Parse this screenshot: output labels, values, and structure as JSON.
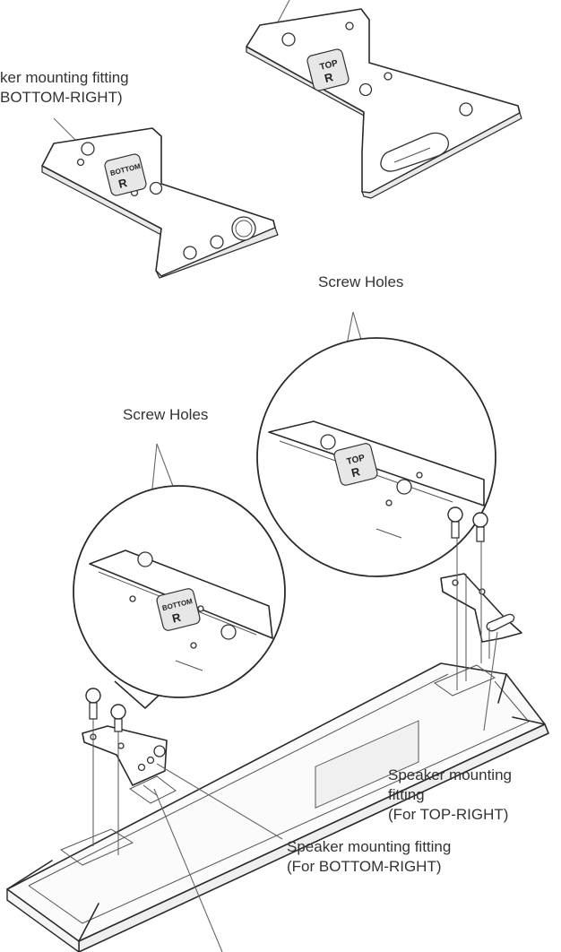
{
  "labels": {
    "top_plate_caption_line1": "ker mounting fitting",
    "top_plate_caption_line2": "BOTTOM-RIGHT)",
    "screw_holes_right": "Screw Holes",
    "screw_holes_left": "Screw Holes",
    "fitting_top_right_line1": "Speaker mounting",
    "fitting_top_right_line2": "fitting",
    "fitting_top_right_line3": "(For TOP-RIGHT)",
    "fitting_bottom_right_line1": "Speaker mounting fitting",
    "fitting_bottom_right_line2": "(For BOTTOM-RIGHT)"
  },
  "plate_marks": {
    "top_word": "TOP",
    "bottom_word": "BOTTOM",
    "side_letter": "R"
  }
}
